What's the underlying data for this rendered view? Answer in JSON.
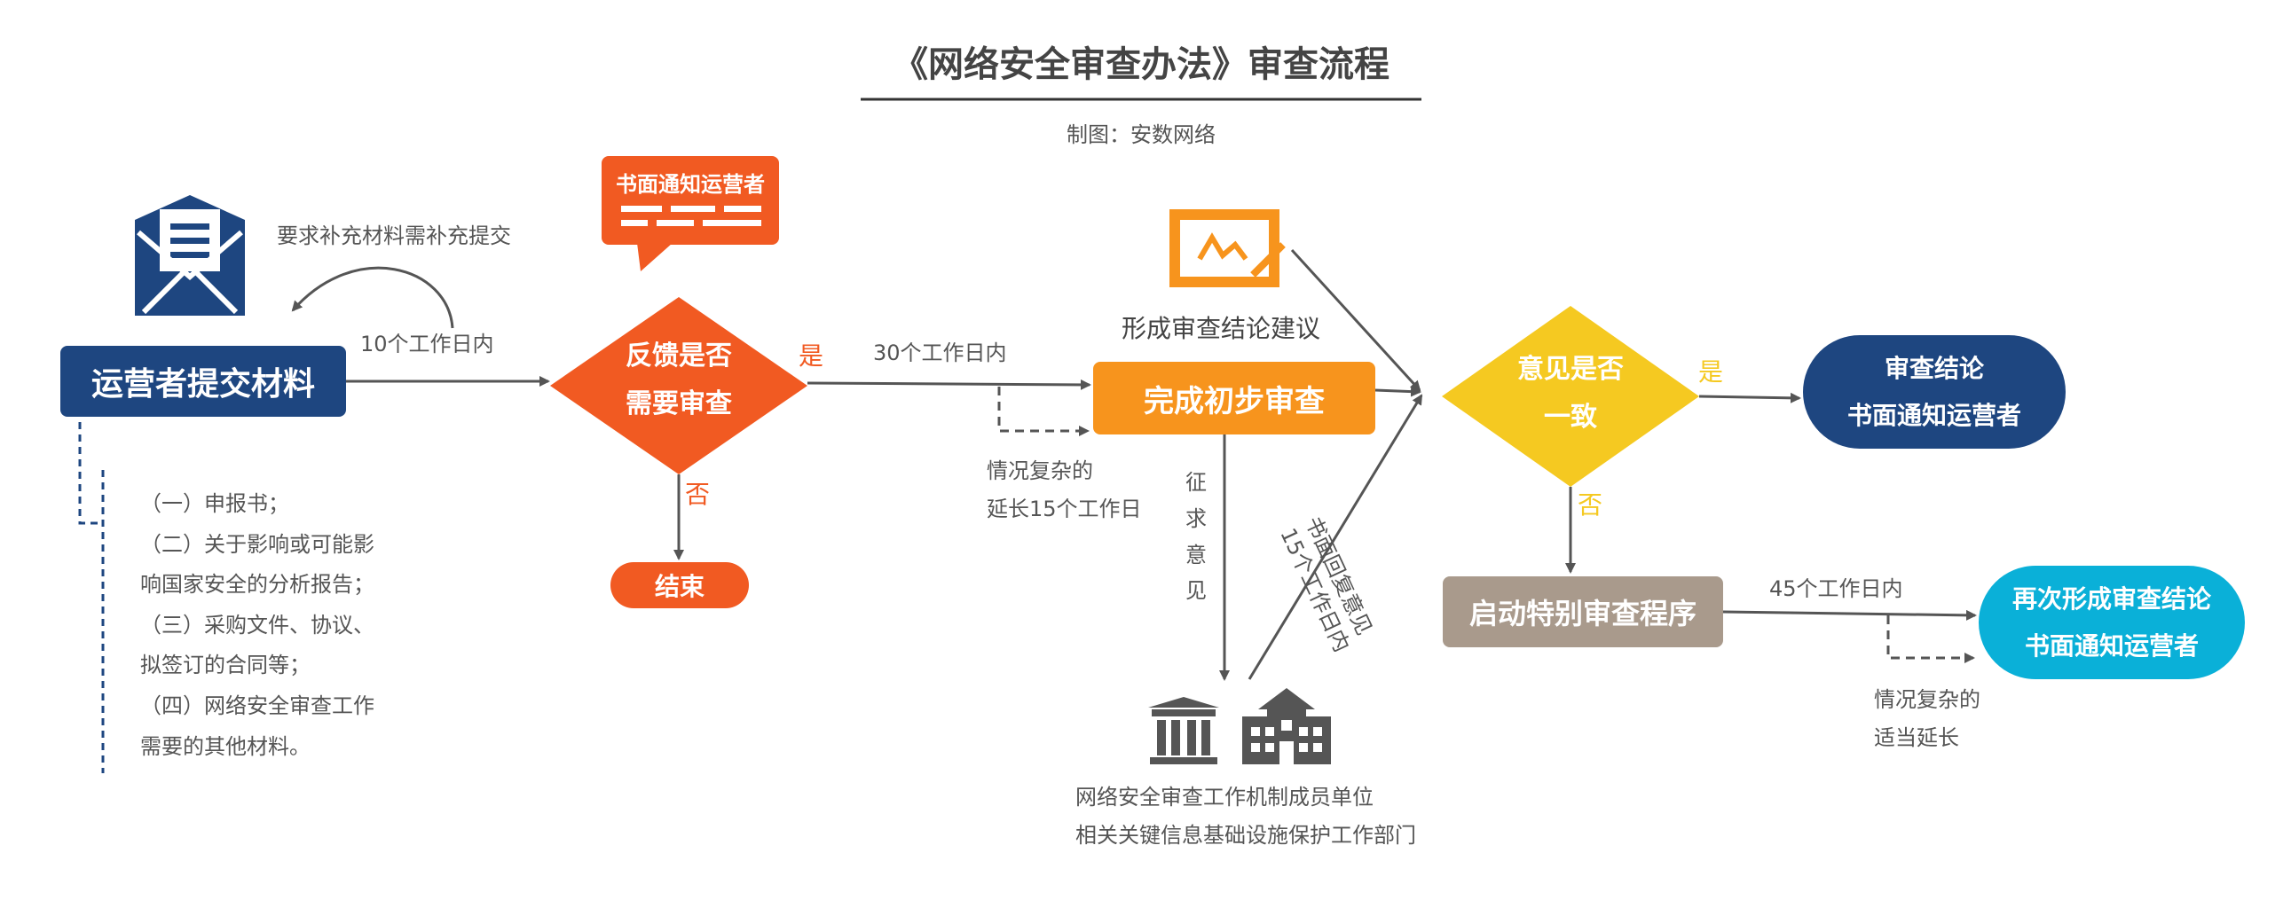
{
  "title": "《网络安全审查办法》审查流程",
  "subtitle": "制图：安数网络",
  "colors": {
    "navy": "#1e4680",
    "orange": "#f15a22",
    "amber": "#f7941d",
    "yellow": "#f5c921",
    "taupe": "#a99a8c",
    "cyan": "#0ab0d8"
  },
  "nodes": {
    "submit": "运营者提交材料",
    "feedback": [
      "反馈是否",
      "需要审查"
    ],
    "end": "结束",
    "prelim": "完成初步审查",
    "agree": [
      "意见是否",
      "一致"
    ],
    "conclusion": [
      "审查结论",
      "书面通知运营者"
    ],
    "special": "启动特别审查程序",
    "reconclusion": [
      "再次形成审查结论",
      "书面通知运营者"
    ]
  },
  "bubble": "书面通知运营者",
  "labels": {
    "supplement": "要求补充材料需补充提交",
    "d10": "10个工作日内",
    "yes1": "是",
    "no1": "否",
    "d30": "30个工作日内",
    "complex1": [
      "情况复杂的",
      "延长15个工作日"
    ],
    "form_advice": "形成审查结论建议",
    "solicit": [
      "征",
      "求",
      "意",
      "见"
    ],
    "reply": [
      "书面回复意见",
      "15个工作日内"
    ],
    "yes2": "是",
    "no2": "否",
    "d45": "45个工作日内",
    "complex2": [
      "情况复杂的",
      "适当延长"
    ],
    "orgs": [
      "网络安全审查工作机制成员单位",
      "相关关键信息基础设施保护工作部门"
    ]
  },
  "materials": [
    "（一）申报书；",
    "（二）关于影响或可能影",
    "响国家安全的分析报告；",
    "（三）采购文件、协议、",
    "拟签订的合同等；",
    "（四）网络安全审查工作",
    "需要的其他材料。"
  ]
}
